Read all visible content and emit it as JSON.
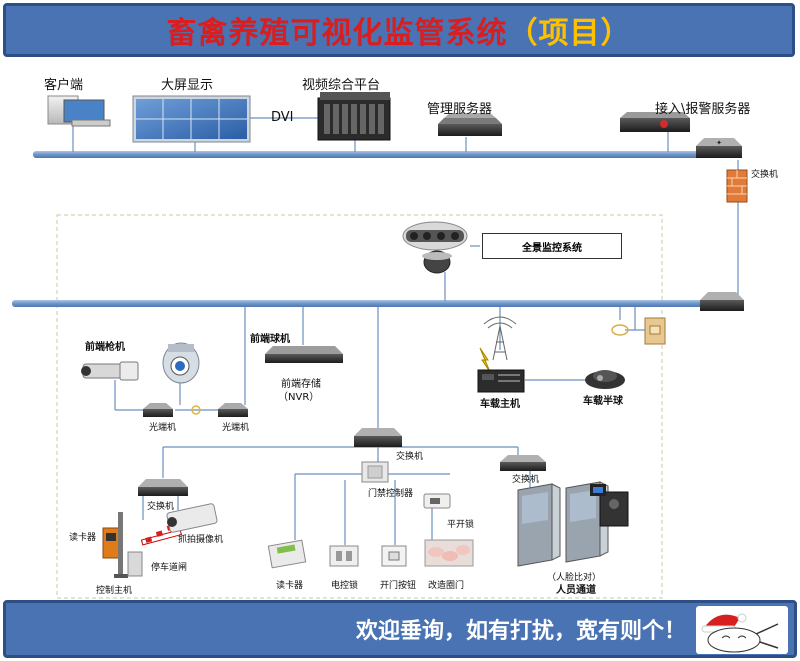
{
  "title": {
    "main": "畜禽养殖可视化监管系统",
    "paren": "（项目）"
  },
  "footer": {
    "text": "欢迎垂询，如有打扰，宽有则个！"
  },
  "top": {
    "client": "客户端",
    "big_screen": "大屏显示",
    "dvi": "DVI",
    "video_platform": "视频综合平台",
    "mgmt_server": "管理服务器",
    "alarm_server": "接入\\报警服务器",
    "switch": "交换机"
  },
  "panorama": {
    "label": "全景监控系统"
  },
  "front": {
    "gun_camera": "前端枪机",
    "optic1": "光端机",
    "optic2": "光端机",
    "dome_camera": "前端球机",
    "nvr": "前端存储",
    "nvr_sub": "（NVR）",
    "vehicle_host": "车载主机",
    "vehicle_dome": "车载半球"
  },
  "center": {
    "switch": "交换机",
    "left_switch": "交换机",
    "right_switch": "交换机",
    "door_ctrl": "门禁控制器",
    "flat_lock": "平开锁"
  },
  "bottom": {
    "card_reader_left": "读卡器",
    "snapshot_camera": "抓拍摄像机",
    "parking_gate": "停车道闸",
    "control_host": "控制主机",
    "card_reader": "读卡器",
    "electric_lock": "电控锁",
    "open_button": "开门按钮",
    "gate_door": "改造圈门",
    "face_compare": "（人脸比对）",
    "pedestrian": "人员通道"
  }
}
